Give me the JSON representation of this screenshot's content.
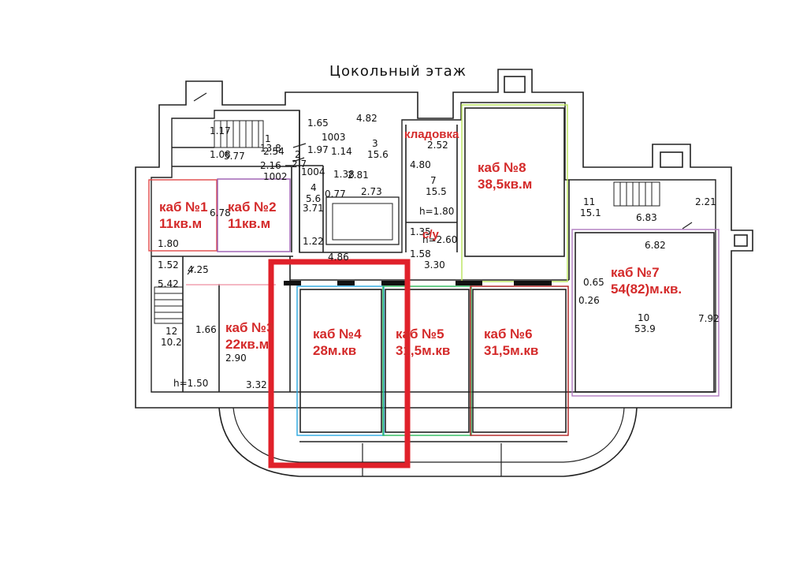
{
  "title": "Цокольный этаж",
  "offices": [
    {
      "id": "1",
      "name": "каб №1",
      "area": "11кв.м"
    },
    {
      "id": "2",
      "name": "каб №2",
      "area": "11кв.м"
    },
    {
      "id": "3",
      "name": "каб №3",
      "area": "22кв.м"
    },
    {
      "id": "4",
      "name": "каб №4",
      "area": "28м.кв"
    },
    {
      "id": "5",
      "name": "каб №5",
      "area": "31,5м.кв"
    },
    {
      "id": "6",
      "name": "каб №6",
      "area": "31,5м.кв"
    },
    {
      "id": "7",
      "name": "каб №7",
      "area": "54(82)м.кв."
    },
    {
      "id": "8",
      "name": "каб №8",
      "area": "38,5кв.м"
    }
  ],
  "storage_label": "кладовка",
  "wc_label": "с/у",
  "room_numbers": [
    {
      "num": "1",
      "area": "13.8"
    },
    {
      "num": "2",
      "area": "2.7"
    },
    {
      "num": "3",
      "area": "15.6"
    },
    {
      "num": "4",
      "area": "5.6"
    },
    {
      "num": "7",
      "area": "15.5"
    },
    {
      "num": "10",
      "area": "53.9"
    },
    {
      "num": "11",
      "area": "15.1"
    },
    {
      "num": "12",
      "area": "10.2"
    }
  ],
  "door_codes": [
    "1003",
    "1004",
    "1002"
  ],
  "heights": [
    "h=1.80",
    "h=2.60",
    "h=1.50"
  ],
  "dimensions": [
    "1.17",
    "2.54",
    "5.77",
    "1.08",
    "1.65",
    "4.82",
    "1.97",
    "1.14",
    "2.16",
    "2.81",
    "1.38",
    "0.77",
    "2.73",
    "3.71",
    "6.78",
    "1.80",
    "1.52",
    "4.25",
    "5.42",
    "1.66",
    "2.90",
    "3.32",
    "1.22",
    "4.86",
    "3.30",
    "1.35",
    "1.58",
    "2.52",
    "4.80",
    "2.21",
    "6.83",
    "6.82",
    "0.65",
    "0.26",
    "7.92",
    "1.35"
  ]
}
